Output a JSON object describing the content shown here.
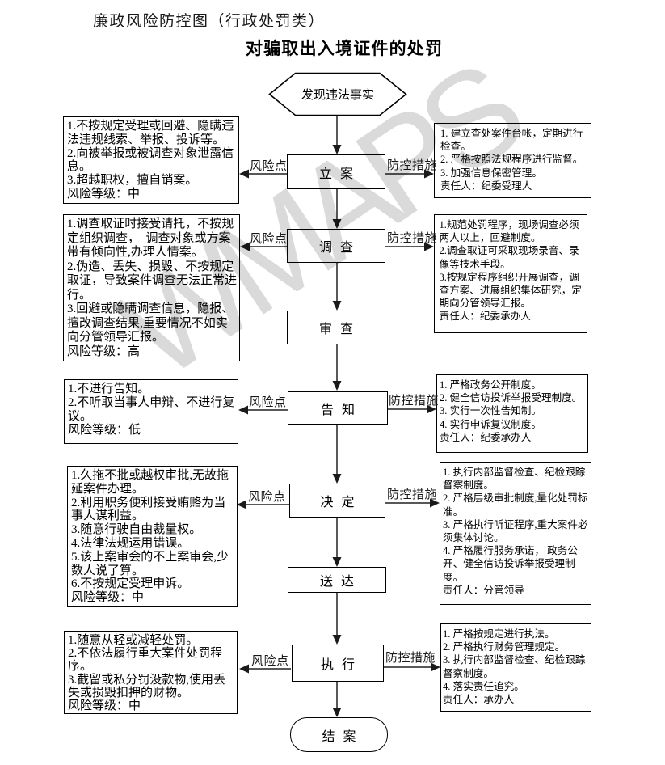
{
  "header": "廉政风险防控图（行政处罚类）",
  "title": "对骗取出入境证件的处罚",
  "flow": {
    "start": "发现违法事实",
    "steps": [
      "立案",
      "调查",
      "审查",
      "告知",
      "决定",
      "送达",
      "执行"
    ],
    "end": "结案",
    "risk_label": "风险点",
    "control_label": "防控措施"
  },
  "risk_boxes": [
    {
      "items": [
        "1.不按规定受理或回避、隐瞒违法违规线索、举报、投诉等。",
        "2.向被举报或被调查对象泄露信息。",
        "3.超越职权，擅自销案。",
        "风险等级：中"
      ]
    },
    {
      "items": [
        "1.调查取证时接受请托，不按规定组织调查，　调查对象或方案带有倾向性,办理人情案。",
        "2.伪造、丢失、损毁、不按规定取证，导致案件调查无法正常进行。",
        "3.回避或隐瞒调查信息，隐报、擅改调查结果,重要情况不如实向分管领导汇报。",
        "风险等级：高"
      ]
    },
    {
      "items": [
        "1.不进行告知。",
        "2.不听取当事人申辩、不进行复议。",
        "风险等级：低"
      ]
    },
    {
      "items": [
        "1.久拖不批或越权审批,无故拖延案件办理。",
        "2.利用职务便利接受贿赂为当事人谋利益。",
        "3.随意行驶自由裁量权。",
        "4.法律法规运用错误。",
        "5.该上案审会的不上案审会,少数人说了算。",
        "6.不按规定受理申诉。",
        "风险等级：中"
      ]
    },
    {
      "items": [
        "1.随意从轻或减轻处罚。",
        "2.不依法履行重大案件处罚程序。",
        "3.截留或私分罚没款物,使用丢失或损毁扣押的财物。",
        "风险等级：中"
      ]
    }
  ],
  "control_boxes": [
    {
      "items": [
        "1. 建立查处案件台帐，定期进行检查。",
        "2. 严格按照法规程序进行监督。",
        "3. 加强信息保密管理。",
        "责任人：纪委受理人"
      ]
    },
    {
      "items": [
        "1.规范处罚程序，现场调查必须两人以上，回避制度。",
        "2.调查取证可采取现场录音、录像等技术手段。",
        "3.按规定程序组织开展调查，调查方案、进展组织集体研究，定期向分管领导汇报。",
        "责任人：纪委承办人"
      ]
    },
    {
      "items": [
        "1. 严格政务公开制度。",
        "2. 健全信访投诉举报受理制度。",
        "3. 实行一次性告知制。",
        "4. 实行申诉复议制度。",
        "责任人：纪委承办人"
      ]
    },
    {
      "items": [
        "1. 执行内部监督检查、纪检跟踪督察制度。",
        "2. 严格层级审批制度,量化处罚标准。",
        "3. 严格执行听证程序,重大案件必须集体讨论。",
        "4. 严格履行服务承诺， 政务公开、健全信访投诉举报受理制度。",
        "责任人：分管领导"
      ]
    },
    {
      "items": [
        "1. 严格按规定进行执法。",
        "2. 严格执行财务管理规定。",
        "3. 执行内部监督检查、纪检跟踪督察制度。",
        "4. 落实责任追究。",
        "责任人：承办人"
      ]
    }
  ],
  "watermark": {
    "text": "WMAPS",
    "color": "#d9d9d9"
  },
  "colors": {
    "border": "#000000",
    "connector": "#595959",
    "arrowhead": "#1a1a1a",
    "background": "#ffffff"
  }
}
